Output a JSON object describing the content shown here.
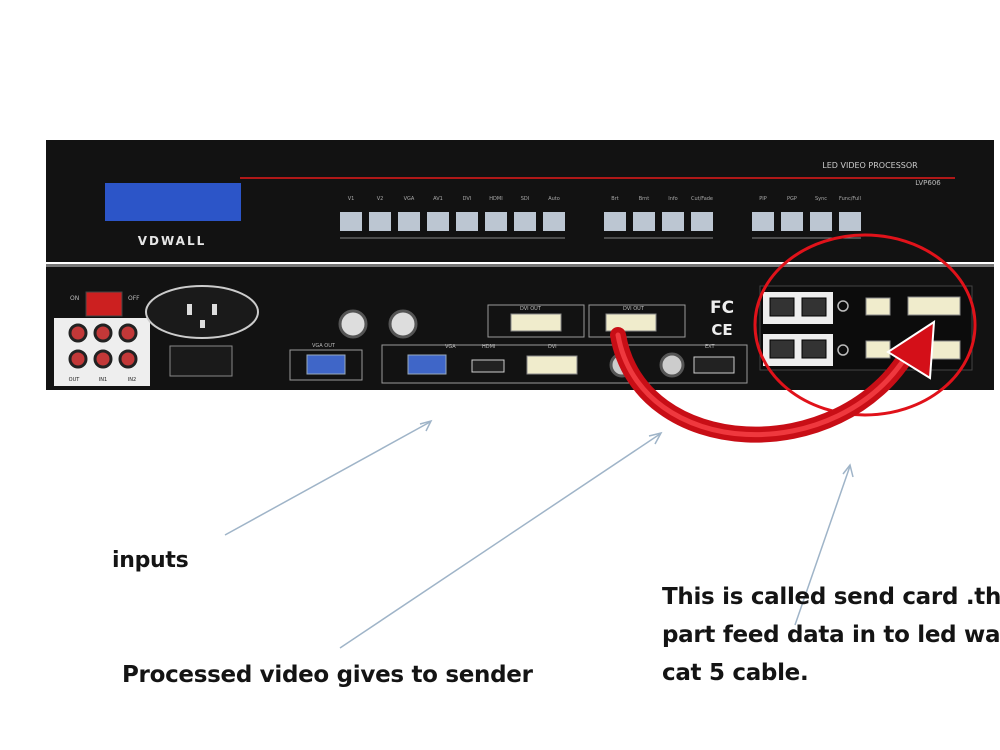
{
  "device": {
    "brand": "VDWALL",
    "model_title": "LED VIDEO PROCESSOR",
    "model_number": "LVP606"
  },
  "front_buttons": {
    "group1": [
      "V1",
      "V2",
      "VGA",
      "AV1",
      "DVI",
      "HDMI",
      "SDI",
      "Auto"
    ],
    "group2": [
      "Brt",
      "Brnt",
      "Info",
      "Cut/Fade"
    ],
    "group3": [
      "PIP",
      "PGP",
      "Sync",
      "Func/Full"
    ]
  },
  "rear_labels": {
    "power_on": "ON",
    "power_off": "OFF",
    "vga_out": "VGA OUT",
    "vga_in": "VGA",
    "hdmi": "HDMI",
    "dvi": "DVI",
    "dvi_out": "DVI OUT",
    "ext": "EXT",
    "fc": "FC",
    "ce": "CE",
    "audio": [
      "OUT",
      "IN1",
      "IN2"
    ]
  },
  "annotations": {
    "inputs": "inputs",
    "processed": "Processed video gives to sender",
    "send_card_line1": "This is called send card .this",
    "send_card_line2": "part feed data in to led wall",
    "send_card_line3": "cat 5 cable."
  },
  "colors": {
    "panel": "#111111",
    "lcd": "#2c55c8",
    "highlight": "#e0121a",
    "arrow_line": "#9fb4c8"
  }
}
